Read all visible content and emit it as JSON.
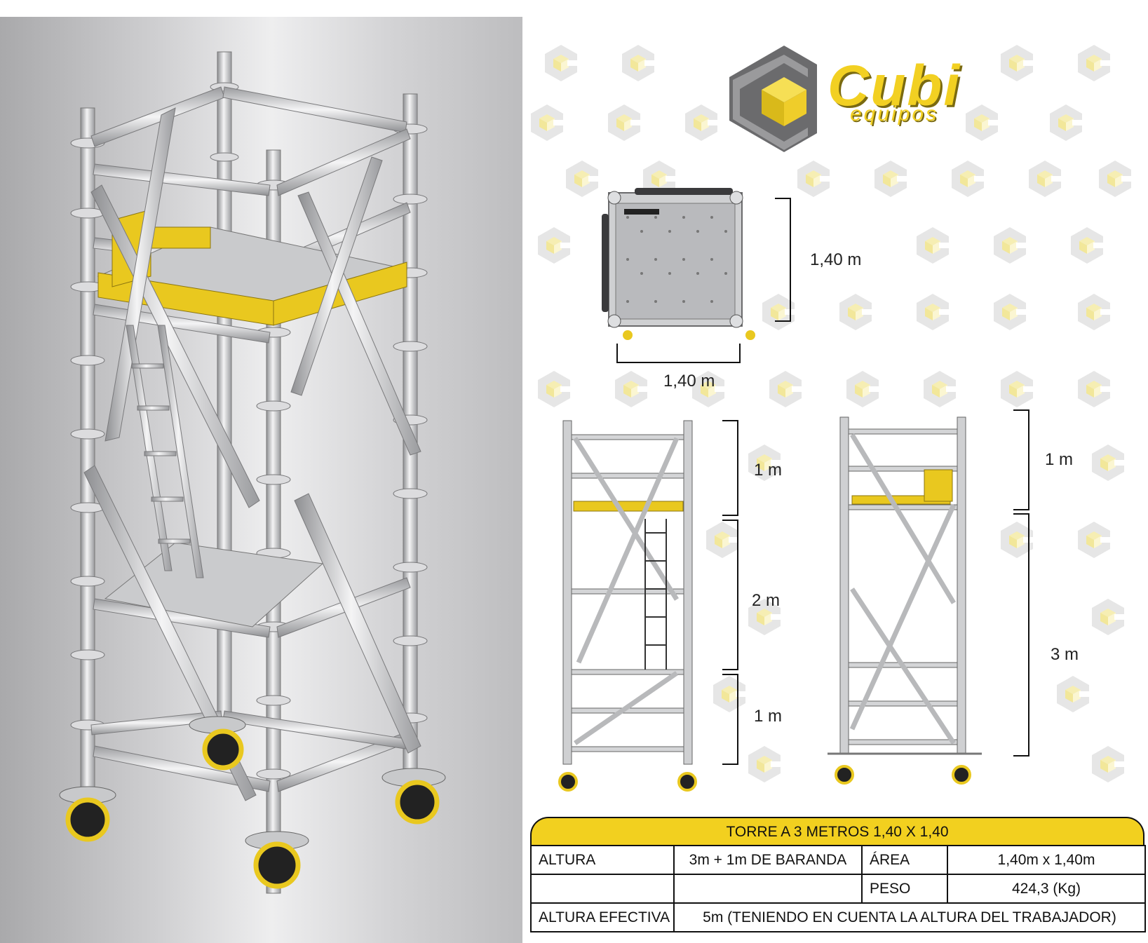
{
  "brand": {
    "name": "Cubi",
    "tagline": "equipos",
    "colors": {
      "yellow": "#f2d01f",
      "gray": "#8a8a8c",
      "dark": "#4a4a4c"
    }
  },
  "dimensions": {
    "top_view": {
      "side_depth": "1,40 m",
      "bottom_width": "1,40 m"
    },
    "front_view": {
      "segments": [
        "1 m",
        "2 m",
        "1 m"
      ]
    },
    "side_view": {
      "segments": [
        "1 m",
        "3 m"
      ]
    }
  },
  "spec": {
    "title": "TORRE A 3 METROS 1,40 X 1,40",
    "rows": [
      {
        "label": "ALTURA",
        "value": "3m + 1m DE BARANDA",
        "label2": "ÁREA",
        "value2": "1,40m x 1,40m"
      },
      {
        "label": "",
        "value": "",
        "label2": "PESO",
        "value2": "424,3 (Kg)"
      }
    ],
    "effective": {
      "label": "ALTURA EFECTIVA",
      "value": "5m (TENIENDO EN CUENTA LA ALTURA DEL TRABAJADOR)"
    }
  }
}
